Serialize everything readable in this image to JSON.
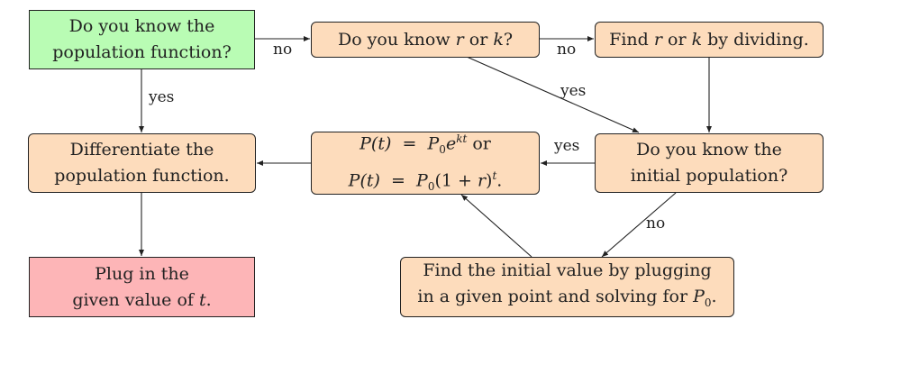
{
  "nodes": {
    "know_function": {
      "line1": "Do you know the",
      "line2": "population function?"
    },
    "know_r_or_k": {
      "pre": "Do you know ",
      "r": "r",
      "mid": " or ",
      "k": "k",
      "post": "?"
    },
    "find_r_or_k": {
      "pre": "Find ",
      "r": "r",
      "mid": " or ",
      "k": "k",
      "post": " by dividing."
    },
    "differentiate": {
      "line1": "Differentiate the",
      "line2": "population function."
    },
    "formula": {
      "l1_lhs": "P(t)",
      "l1_eq": "=",
      "l1_p": "P",
      "l1_sub": "0",
      "l1_e": "e",
      "l1_sup": "kt",
      "l1_tail": " or",
      "l2_lhs": "P(t)",
      "l2_eq": "=",
      "l2_p": "P",
      "l2_sub": "0",
      "l2_paren": "(1 + ",
      "l2_r": "r",
      "l2_close": ")",
      "l2_sup": "t",
      "l2_tail": "."
    },
    "know_initial": {
      "line1": "Do you know the",
      "line2": "initial population?"
    },
    "plug_in": {
      "line1": "Plug in the",
      "line2_pre": "given value of ",
      "line2_t": "t",
      "line2_post": "."
    },
    "find_initial": {
      "line1": "Find the initial value by plugging",
      "line2_pre": "in a given point and solving for ",
      "line2_p": "P",
      "line2_sub": "0",
      "line2_post": "."
    }
  },
  "edge_labels": {
    "function_to_rk": "no",
    "function_to_diff": "yes",
    "rk_to_find": "no",
    "rk_to_initial": "yes",
    "initial_to_formula": "yes",
    "initial_to_find_initial": "no"
  },
  "colors": {
    "start": "#b9fcb4",
    "process": "#fddcbc",
    "end": "#fdb5b7"
  }
}
